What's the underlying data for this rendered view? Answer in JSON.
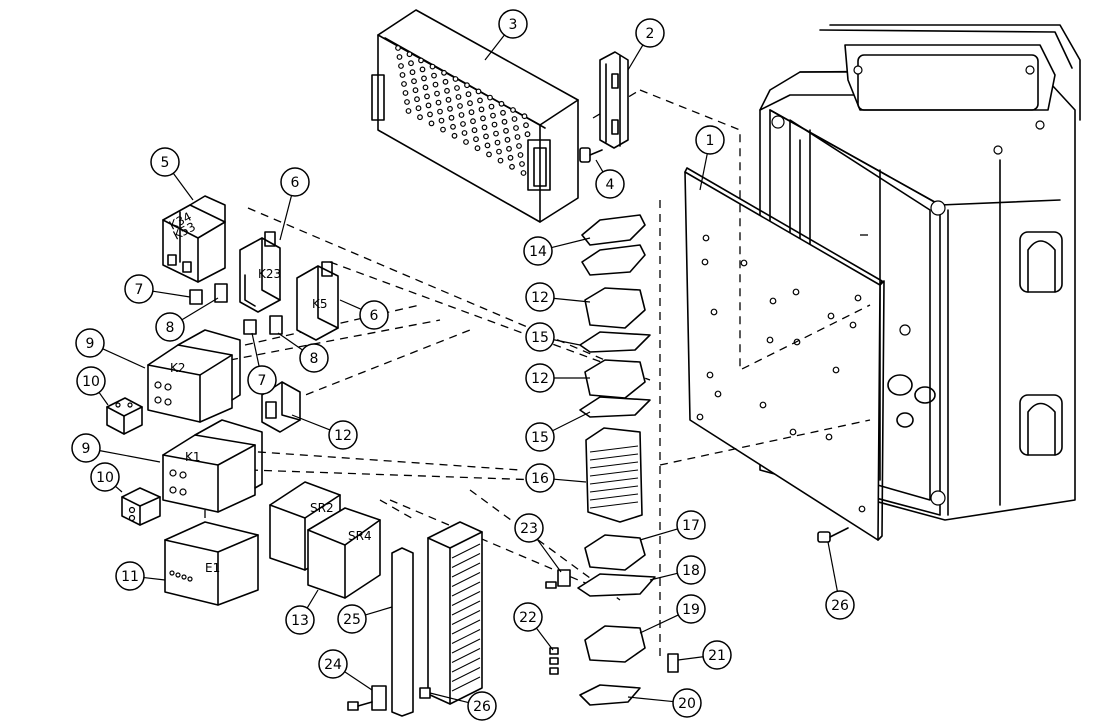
{
  "callouts": [
    {
      "id": "1",
      "text": "1"
    },
    {
      "id": "2",
      "text": "2"
    },
    {
      "id": "3",
      "text": "3"
    },
    {
      "id": "4",
      "text": "4"
    },
    {
      "id": "5",
      "text": "5"
    },
    {
      "id": "6a",
      "text": "6"
    },
    {
      "id": "6b",
      "text": "6"
    },
    {
      "id": "7a",
      "text": "7"
    },
    {
      "id": "7b",
      "text": "7"
    },
    {
      "id": "8a",
      "text": "8"
    },
    {
      "id": "8b",
      "text": "8"
    },
    {
      "id": "9a",
      "text": "9"
    },
    {
      "id": "9b",
      "text": "9"
    },
    {
      "id": "10a",
      "text": "10"
    },
    {
      "id": "10b",
      "text": "10"
    },
    {
      "id": "11",
      "text": "11"
    },
    {
      "id": "12a",
      "text": "12"
    },
    {
      "id": "12b",
      "text": "12"
    },
    {
      "id": "12c",
      "text": "12"
    },
    {
      "id": "13",
      "text": "13"
    },
    {
      "id": "14",
      "text": "14"
    },
    {
      "id": "15a",
      "text": "15"
    },
    {
      "id": "15b",
      "text": "15"
    },
    {
      "id": "16",
      "text": "16"
    },
    {
      "id": "17",
      "text": "17"
    },
    {
      "id": "18",
      "text": "18"
    },
    {
      "id": "19",
      "text": "19"
    },
    {
      "id": "20",
      "text": "20"
    },
    {
      "id": "21",
      "text": "21"
    },
    {
      "id": "22",
      "text": "22"
    },
    {
      "id": "23",
      "text": "23"
    },
    {
      "id": "24",
      "text": "24"
    },
    {
      "id": "25",
      "text": "25"
    },
    {
      "id": "26a",
      "text": "26"
    },
    {
      "id": "26b",
      "text": "26"
    }
  ],
  "component_labels": {
    "k34": "K34",
    "k53": "K53",
    "k23": "K23",
    "k5": "K5",
    "k2": "K2",
    "k1": "K1",
    "e1": "E1",
    "sr2": "SR2",
    "sr4": "SR4"
  }
}
